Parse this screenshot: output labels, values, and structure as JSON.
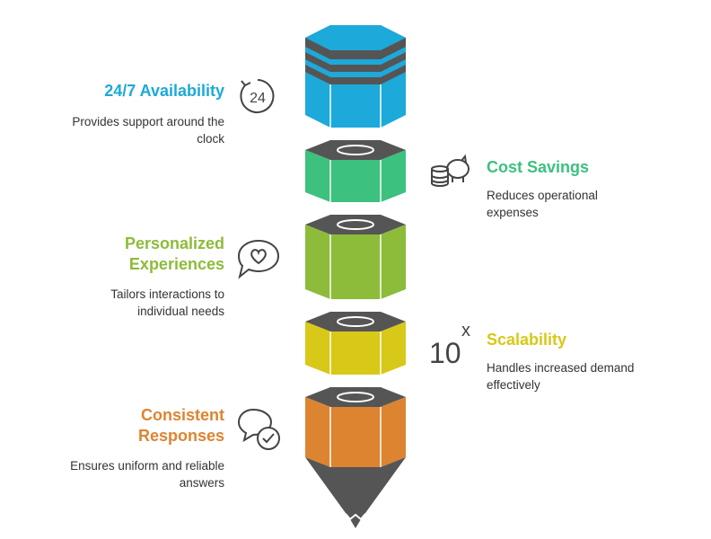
{
  "items": [
    {
      "title_lines": [
        "24/7 Availability"
      ],
      "desc_lines": [
        "Provides support around the",
        "clock"
      ],
      "icon": "clock-24-icon",
      "color": "#1DA9DA"
    },
    {
      "title_lines": [
        "Cost Savings"
      ],
      "desc_lines": [
        "Reduces operational",
        "expenses"
      ],
      "icon": "piggy-bank-icon",
      "color": "#3CC17E"
    },
    {
      "title_lines": [
        "Personalized",
        "Experiences"
      ],
      "desc_lines": [
        "Tailors interactions to",
        "individual needs"
      ],
      "icon": "heart-speech-icon",
      "color": "#8DBB3A"
    },
    {
      "title_lines": [
        "Scalability"
      ],
      "desc_lines": [
        "Handles increased demand",
        "effectively"
      ],
      "icon": "ten-x-icon",
      "color": "#D8C817"
    },
    {
      "title_lines": [
        "Consistent",
        "Responses"
      ],
      "desc_lines": [
        "Ensures uniform and reliable",
        "answers"
      ],
      "icon": "chat-check-icon",
      "color": "#DD8430"
    }
  ],
  "icon_text": {
    "clock": "24",
    "ten": "10",
    "x": "x"
  },
  "colors": {
    "band": "#555555",
    "tip": "#555555",
    "line": "#444444"
  }
}
